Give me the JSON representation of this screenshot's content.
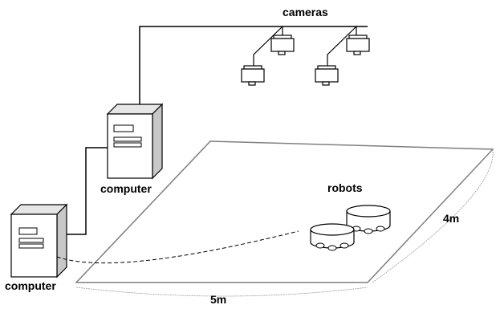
{
  "labels": {
    "cameras": "cameras",
    "computer_top": "computer",
    "computer_bottom": "computer",
    "robots": "robots",
    "width": "5m",
    "depth": "4m"
  },
  "colors": {
    "line": "#000000",
    "floor": "#7f7f7f",
    "computer_front": "#ffffff",
    "computer_side": "#c8c8c8",
    "computer_top_face": "#e6e6e6"
  },
  "icons": [
    "camera-icon",
    "computer-icon",
    "robot-icon"
  ]
}
